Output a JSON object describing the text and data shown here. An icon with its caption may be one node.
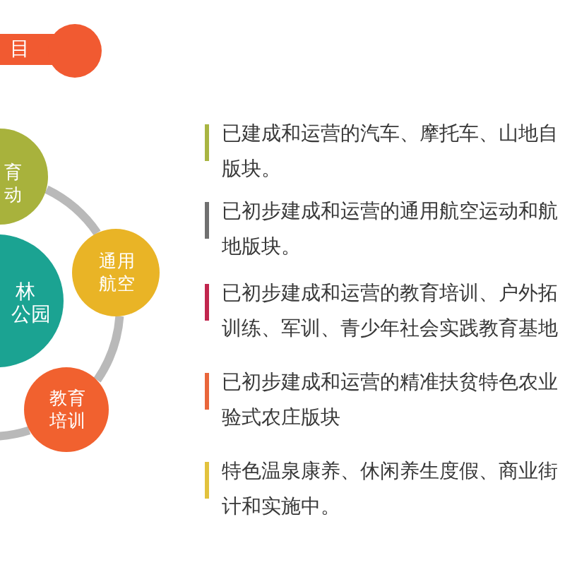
{
  "diagram": {
    "title": "目",
    "nodes": [
      {
        "text": [
          "育动"
        ]
      },
      {
        "text": [
          "通用航空"
        ]
      },
      {
        "text": [
          "林公园"
        ]
      },
      {
        "text": [
          "教育培训"
        ]
      }
    ],
    "edges": [
      {
        "from": 0,
        "to": 1,
        "arrow": "none"
      },
      {
        "from": 1,
        "to": 3,
        "arrow": "none"
      },
      {
        "from": 3,
        "to": null,
        "arrow": "none"
      }
    ],
    "labels": [
      "已建成和运营的汽车、摩托车、山地自版块。",
      "已初步建成和运营的通用航空运动和航地版块。",
      "已初步建成和运营的教育培训、户外拓训练、军训、青少年社会实践教育基地",
      "已初步建成和运营的精准扶贫特色农业验式农庄版块",
      "特色温泉康养、休闲养生度假、商业街计和实施中。"
    ]
  }
}
